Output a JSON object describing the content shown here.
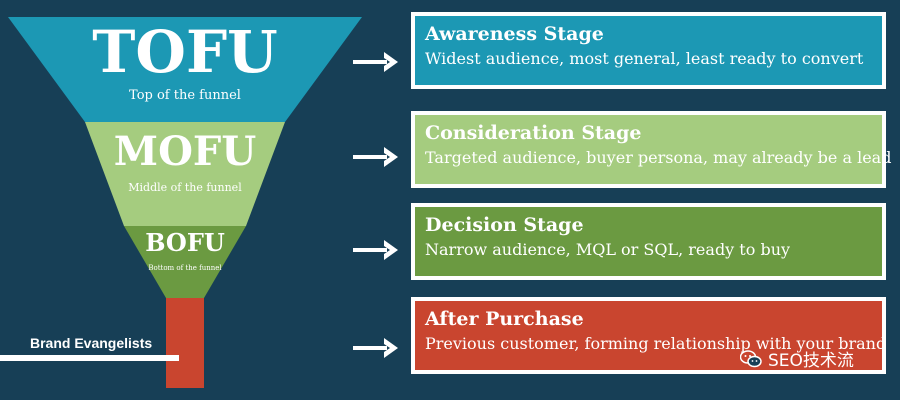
{
  "funnel": {
    "tofu": {
      "label": "TOFU",
      "sub": "Top of the funnel",
      "color": "#1c98b4"
    },
    "mofu": {
      "label": "MOFU",
      "sub": "Middle of the funnel",
      "color": "#a5cc7f"
    },
    "bofu": {
      "label": "BOFU",
      "sub": "Bottom of the funnel",
      "color": "#6b9a41"
    },
    "spout_color": "#c9452f",
    "evangelists": "Brand Evangelists"
  },
  "stages": [
    {
      "title": "Awareness Stage",
      "desc": "Widest audience, most general, least ready to convert",
      "color": "#1c98b4"
    },
    {
      "title": "Consideration Stage",
      "desc": "Targeted audience, buyer persona, may already be a lead",
      "color": "#a5cc7f"
    },
    {
      "title": "Decision Stage",
      "desc": "Narrow audience, MQL or SQL, ready to buy",
      "color": "#6b9a41"
    },
    {
      "title": "After Purchase",
      "desc": "Previous customer, forming relationship with your brand",
      "color": "#c9452f"
    }
  ],
  "watermark": {
    "text": "SEO技术流",
    "icon": "wechat-icon"
  }
}
